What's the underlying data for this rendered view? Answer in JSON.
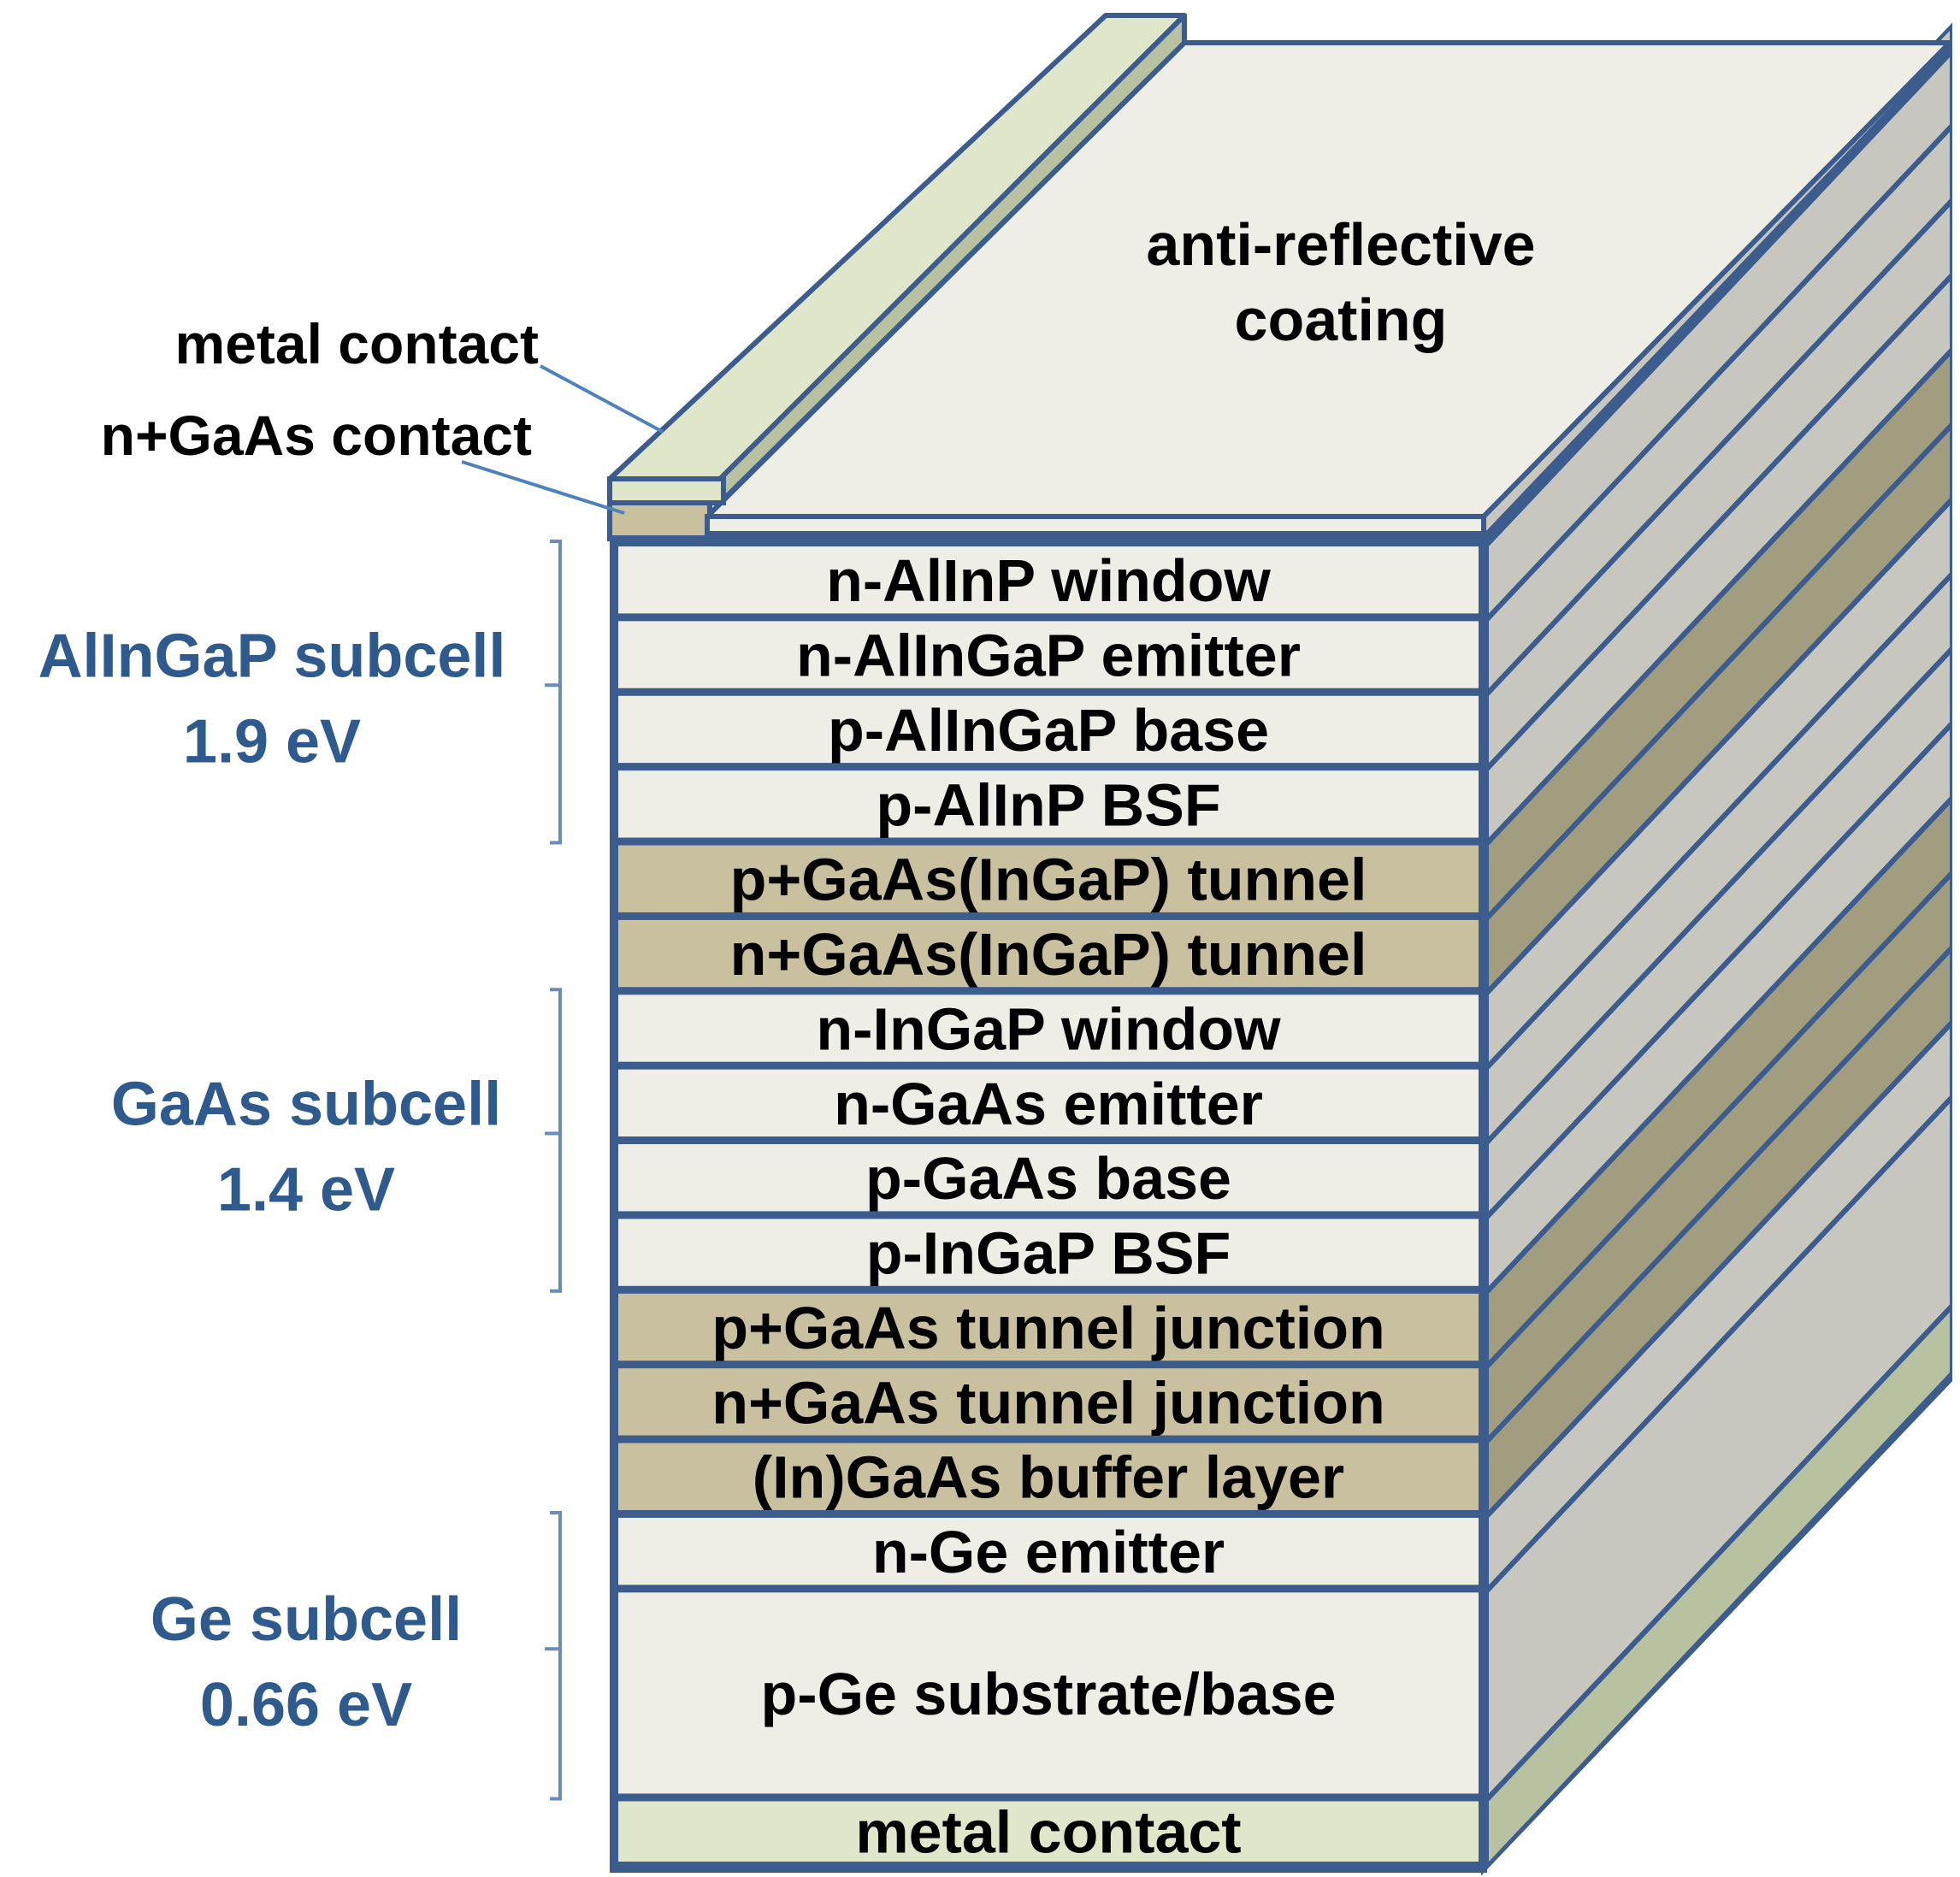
{
  "colors": {
    "outline": "#3b5c8c",
    "light_layer": "#efeee6",
    "tunnel_layer": "#c8c09e",
    "metal_layer": "#dfe6c9",
    "side_light": "#c7c7bf",
    "side_tunnel": "#a39d7f",
    "side_metal": "#b9c2a0",
    "top_face": "#efeee6",
    "bracket": "#6a8cb8",
    "subcell_text": "#2e5a8e",
    "callout_line": "#4f81bd"
  },
  "top": {
    "coating_line1": "anti-reflective",
    "coating_line2": "coating"
  },
  "callouts": {
    "metal_contact": "metal contact",
    "n_gaas_contact": "n+GaAs contact"
  },
  "layers": [
    {
      "label": "n-AlInP window",
      "kind": "light",
      "weight": 1
    },
    {
      "label": "n-AlInGaP emitter",
      "kind": "light",
      "weight": 1
    },
    {
      "label": "p-AlInGaP base",
      "kind": "light",
      "weight": 1
    },
    {
      "label": "p-AlInP BSF",
      "kind": "light",
      "weight": 1
    },
    {
      "label": "p+GaAs(InGaP) tunnel",
      "kind": "tunnel",
      "weight": 1
    },
    {
      "label": "n+GaAs(InGaP) tunnel",
      "kind": "tunnel",
      "weight": 1
    },
    {
      "label": "n-InGaP window",
      "kind": "light",
      "weight": 1
    },
    {
      "label": "n-GaAs emitter",
      "kind": "light",
      "weight": 1
    },
    {
      "label": "p-GaAs base",
      "kind": "light",
      "weight": 1
    },
    {
      "label": "p-InGaP BSF",
      "kind": "light",
      "weight": 1
    },
    {
      "label": "p+GaAs tunnel junction",
      "kind": "tunnel",
      "weight": 1
    },
    {
      "label": "n+GaAs tunnel junction",
      "kind": "tunnel",
      "weight": 1
    },
    {
      "label": "(In)GaAs buffer layer",
      "kind": "tunnel",
      "weight": 1
    },
    {
      "label": "n-Ge emitter",
      "kind": "light",
      "weight": 1
    },
    {
      "label": "p-Ge substrate/base",
      "kind": "light",
      "weight": 3
    },
    {
      "label": "metal contact",
      "kind": "metal",
      "weight": 0.9
    }
  ],
  "subcells": [
    {
      "name": "AlInGaP subcell",
      "energy": "1.9 eV",
      "first": 0,
      "last": 3
    },
    {
      "name": "GaAs subcell",
      "energy": "1.4 eV",
      "first": 6,
      "last": 9
    },
    {
      "name": "Ge subcell",
      "energy": "0.66 eV",
      "first": 13,
      "last": 14
    }
  ]
}
